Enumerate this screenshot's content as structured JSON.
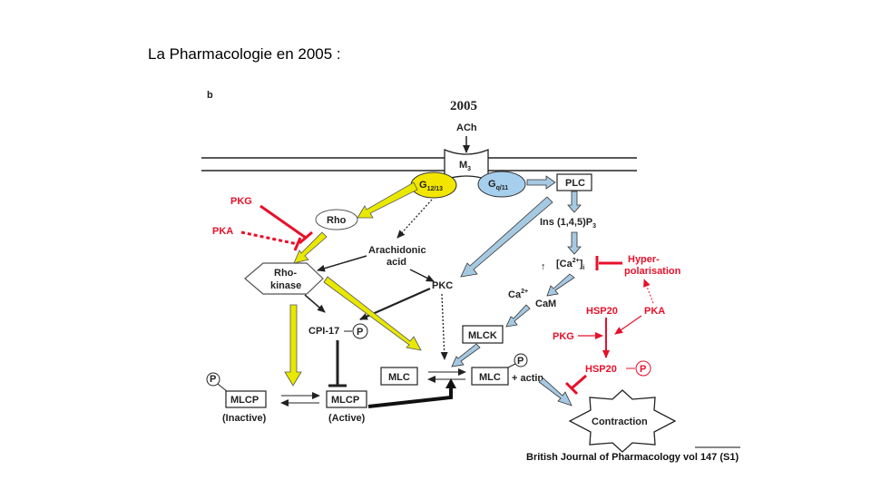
{
  "slide": {
    "title": "La Pharmacologie  en 2005 :"
  },
  "figure": {
    "panel_letter": "b",
    "year": "2005",
    "nodes": {
      "ach": "ACh",
      "m3": "M",
      "m3_sub": "3",
      "g1213": "G",
      "g1213_sub": "12/13",
      "gq11": "G",
      "gq11_sub": "q/11",
      "plc": "PLC",
      "ip3": "Ins (1,4,5)P",
      "ip3_sub": "3",
      "rho": "Rho",
      "rho_kinase_1": "Rho-",
      "rho_kinase_2": "kinase",
      "arachidonic_1": "Arachidonic",
      "arachidonic_2": "acid",
      "pkc": "PKC",
      "cpi17": "CPI-17",
      "p": "P",
      "ca_conc": "[Ca",
      "ca_sup": "2+",
      "ca_close": "]",
      "ca_sub": "i",
      "ca_cam": "Ca",
      "cam": "CaM",
      "mlck": "MLCK",
      "mlc": "MLC",
      "plus_actin": "+ actin",
      "mlcp": "MLCP",
      "inactive": "(Inactive)",
      "active": "(Active)",
      "contraction": "Contraction"
    },
    "red_labels": {
      "pkg_top": "PKG",
      "pka_left": "PKA",
      "hyper_1": "Hyper-",
      "hyper_2": "polarisation",
      "hsp20": "HSP20",
      "pka_right": "PKA",
      "pkg_right": "PKG",
      "hsp20_p": "HSP20"
    },
    "citation": {
      "text": "British Journal of Pharmacology vol ",
      "volume": "147",
      "suffix": " (S1)"
    }
  },
  "colors": {
    "yellow_arrow": "#e8e800",
    "blue_arrow": "#a6c9e2",
    "red": "#e8102a",
    "g1213_fill": "#f2e600",
    "gq11_fill": "#a6cfee"
  }
}
